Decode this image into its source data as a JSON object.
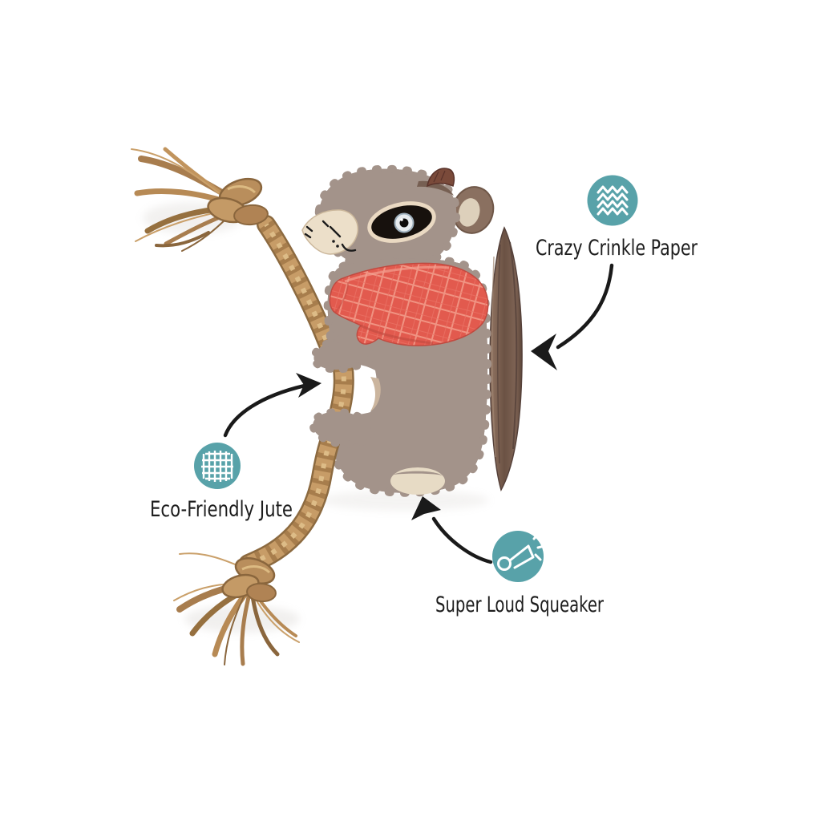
{
  "background": "#ffffff",
  "theme": {
    "accent_teal": "#58a2a9",
    "arrow_color": "#1a1a1a",
    "label_color": "#1d1d1d",
    "icon_stroke": "#ffffff"
  },
  "illustration": {
    "subject": "plush flying-squirrel dog toy gripping a knotted jute rope",
    "colors": {
      "fleece": "#a3938a",
      "rope": "#c79c67",
      "wing": "#7c6052",
      "bandana": "#e25a4e",
      "cream": "#e5d7c0",
      "mask": "#17110d"
    }
  },
  "callouts": [
    {
      "id": "crinkle",
      "label": "Crazy Crinkle Paper",
      "icon": "crinkle-waves-icon"
    },
    {
      "id": "jute",
      "label": "Eco-Friendly Jute",
      "icon": "jute-weave-icon"
    },
    {
      "id": "squeaker",
      "label": "Super Loud Squeaker",
      "icon": "squeaker-horn-icon"
    }
  ]
}
